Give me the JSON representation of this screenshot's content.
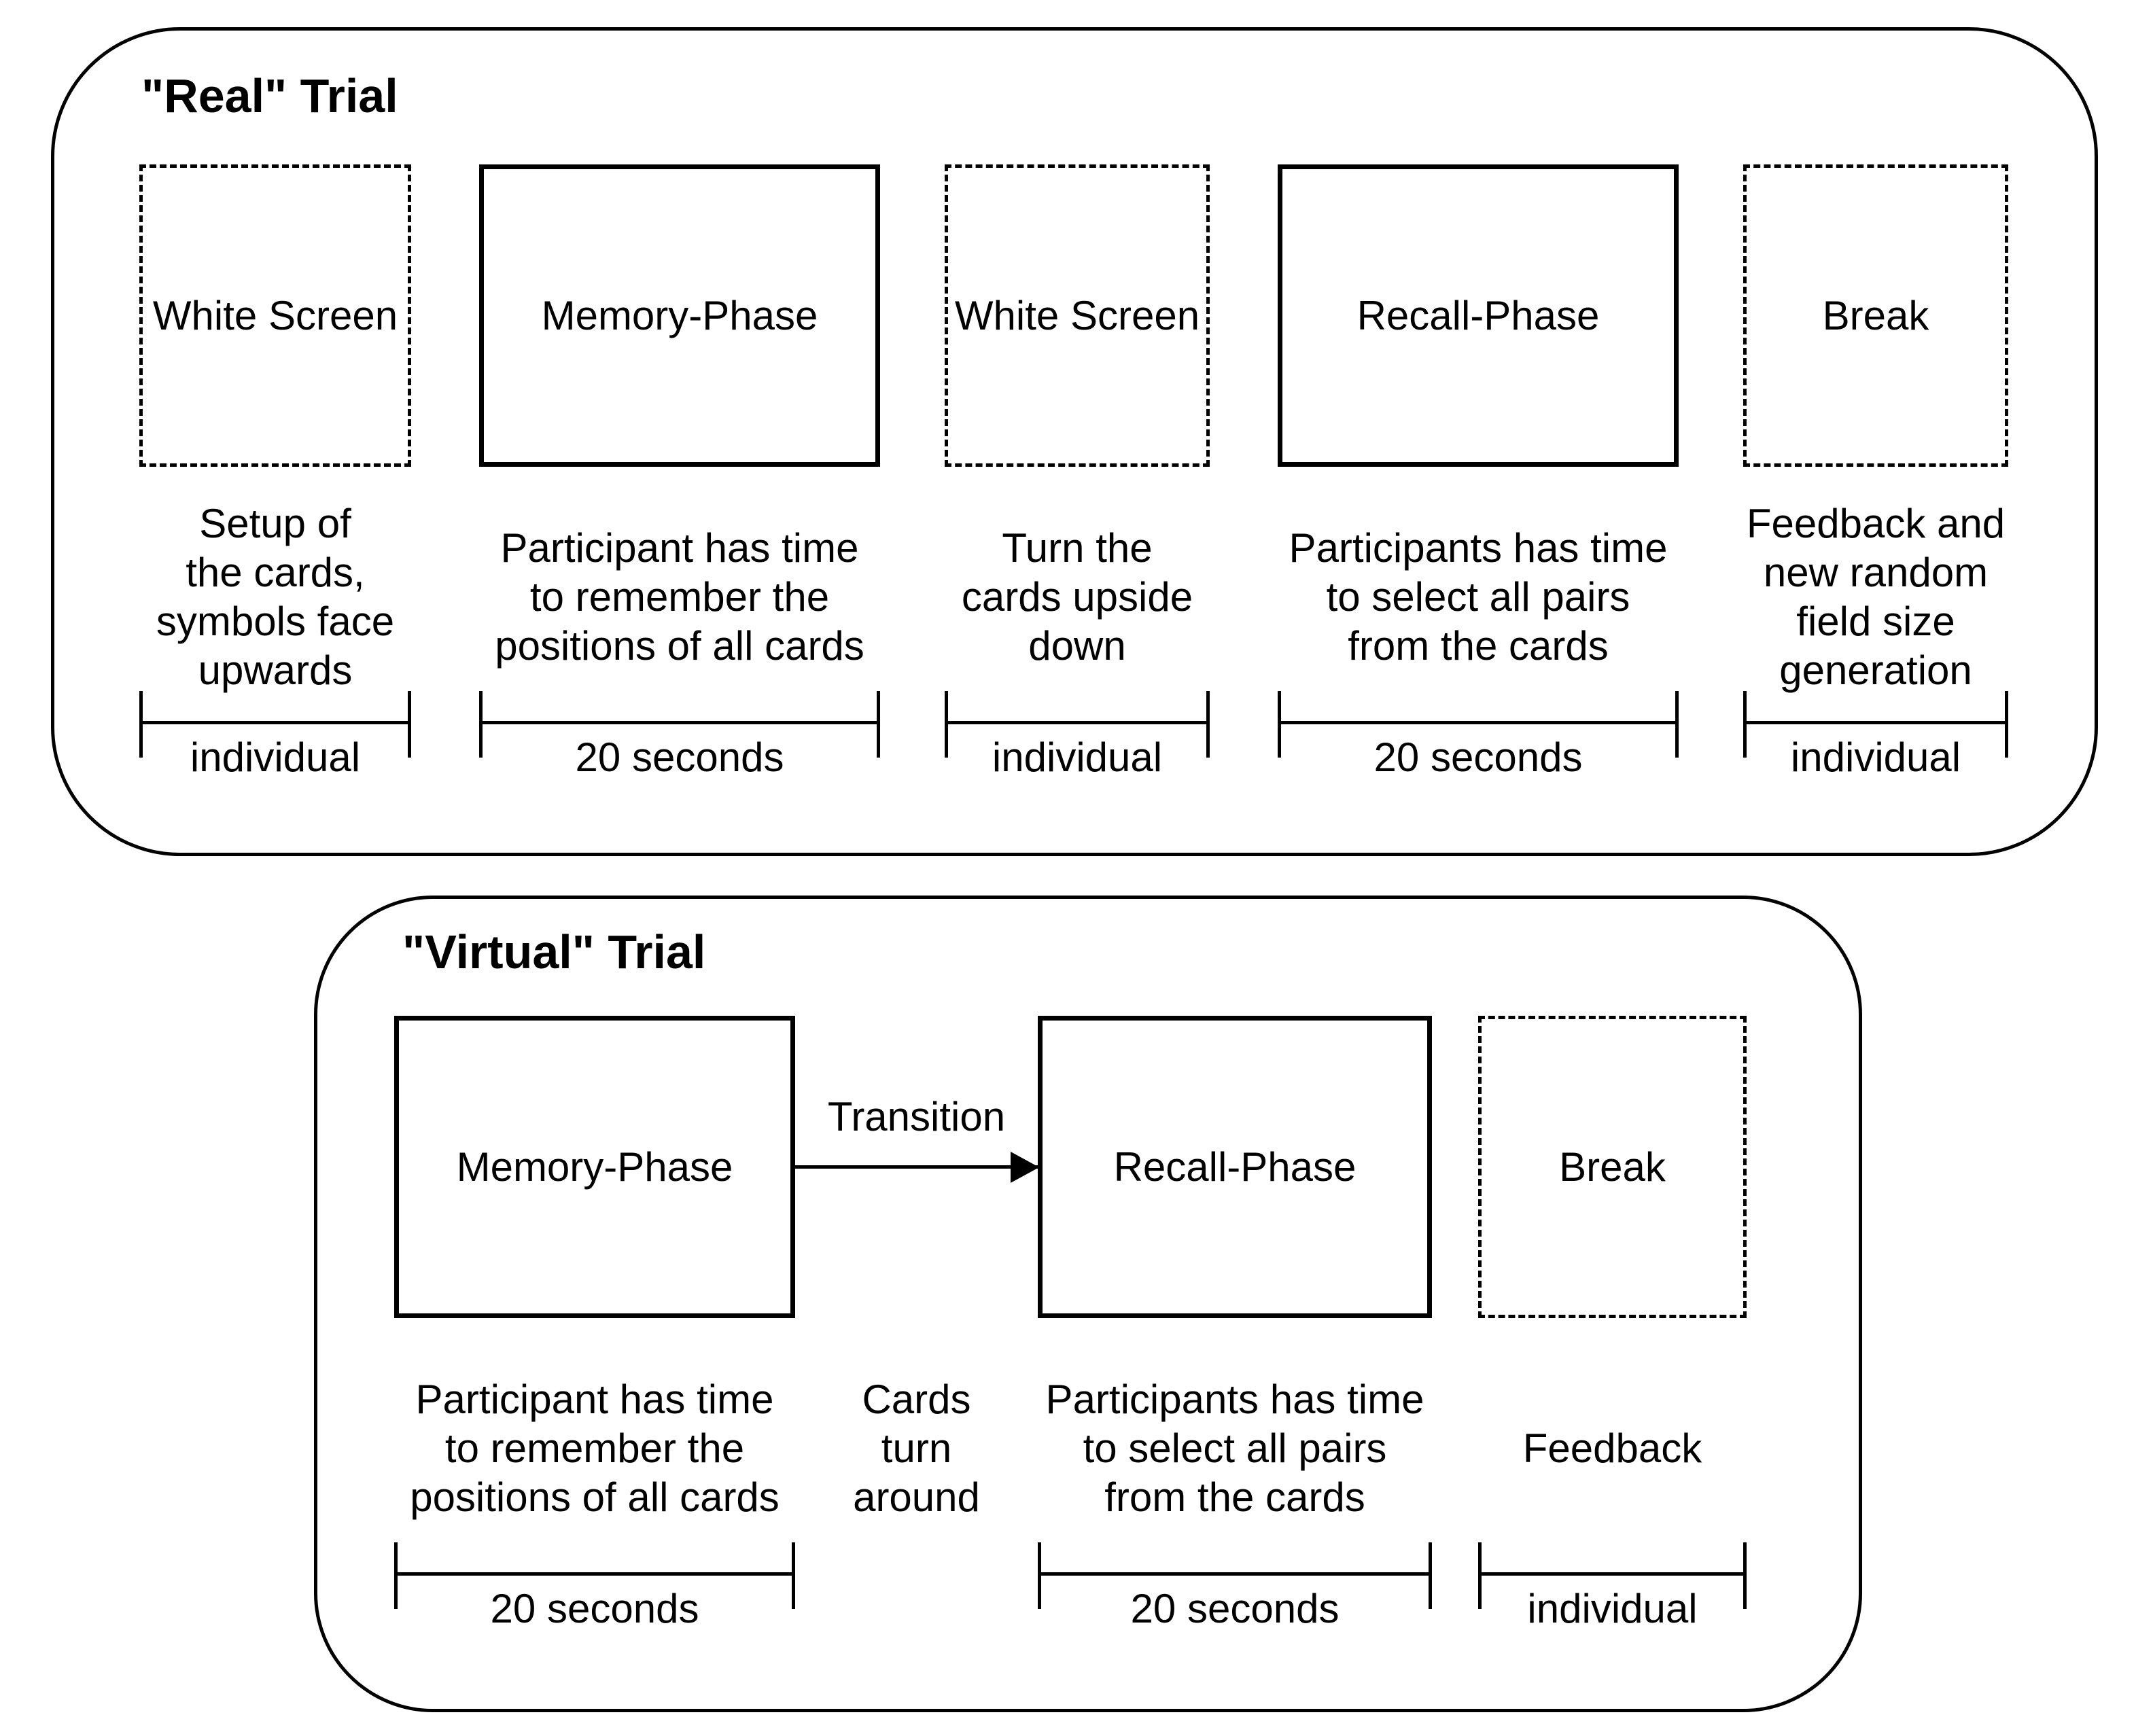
{
  "colors": {
    "background": "#ffffff",
    "line": "#000000",
    "text": "#000000"
  },
  "real_trial": {
    "title": "\"Real\" Trial",
    "phases": [
      {
        "label": "White Screen",
        "box_style": "dashed",
        "description": "Setup of\nthe cards,\nsymbols face\nupwards",
        "duration": "individual"
      },
      {
        "label": "Memory-Phase",
        "box_style": "solid",
        "description": "Participant has time\nto remember the\npositions of all cards",
        "duration": "20 seconds"
      },
      {
        "label": "White Screen",
        "box_style": "dashed",
        "description": "Turn the\ncards upside\ndown",
        "duration": "individual"
      },
      {
        "label": "Recall-Phase",
        "box_style": "solid",
        "description": "Participants has time\nto select all pairs\nfrom the cards",
        "duration": "20 seconds"
      },
      {
        "label": "Break",
        "box_style": "dashed",
        "description": "Feedback and\nnew random\nfield size\ngeneration",
        "duration": "individual"
      }
    ]
  },
  "virtual_trial": {
    "title": "\"Virtual\" Trial",
    "transition": {
      "label": "Transition",
      "description": "Cards\nturn\naround"
    },
    "phases": [
      {
        "label": "Memory-Phase",
        "box_style": "solid",
        "description": "Participant has time\nto remember the\npositions of all cards",
        "duration": "20 seconds"
      },
      {
        "label": "Recall-Phase",
        "box_style": "solid",
        "description": "Participants has time\nto select all pairs\nfrom the cards",
        "duration": "20 seconds"
      },
      {
        "label": "Break",
        "box_style": "dashed",
        "description": "Feedback",
        "duration": "individual"
      }
    ]
  }
}
